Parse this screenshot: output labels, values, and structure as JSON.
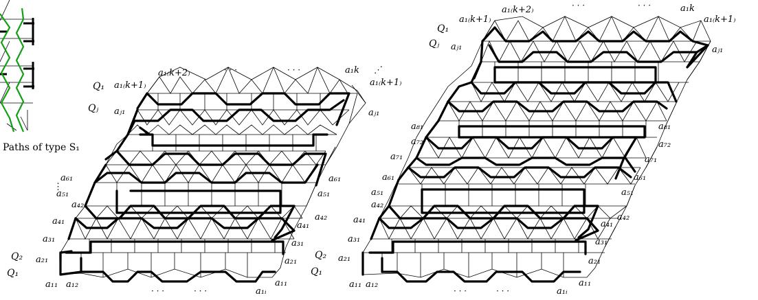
{
  "figure": {
    "caption": "Paths of type S₁",
    "left_tiling": {
      "labels": {
        "q1_top": "Q₁",
        "qj": "Qⱼ",
        "a1k1_top_left": "a₁₍k+1₎",
        "a1k2": "a₁₍k+2₎",
        "dots_top_a": "· · ·",
        "dots_top_b": "· · ·",
        "a1k": "a₁k",
        "a1k1_top_right": "a₁₍k+1₎",
        "aj1_left": "aⱼ₁",
        "aj1_right": "aⱼ₁",
        "a61_left": "a₆₁",
        "a51_left": "a₅₁",
        "a42_left": "a₄₂",
        "a41_left": "a₄₁",
        "a31_left": "a₃₁",
        "a21_left": "a₂₁",
        "q2": "Q₂",
        "q1_bottom": "Q₁",
        "a11_left": "a₁₁",
        "a12": "a₁₂",
        "dots_bottom_a": "· · ·",
        "dots_bottom_b": "· · ·",
        "a1i": "a₁ᵢ",
        "a11_right": "a₁₁",
        "a61_right": "a₆₁",
        "a51_right": "a₅₁",
        "a42_right": "a₄₂",
        "a41_right": "a₄₁",
        "a31_right": "a₃₁",
        "a21_right": "a₂₁"
      }
    },
    "right_tiling": {
      "labels": {
        "q1_top": "Q₁",
        "qj": "Qⱼ",
        "a1k1_top_left": "a₁₍k+1₎",
        "a1k2": "a₁₍k+2₎",
        "dots_top_a": "· · ·",
        "dots_top_b": "· · ·",
        "a1k": "a₁k",
        "a1k1_top_right": "a₁₍k+1₎",
        "aj1_left": "aⱼ₁",
        "aj1_right": "aⱼ₁",
        "a81_left": "a₈₁",
        "a72_left": "a₇₂",
        "a71_left": "a₇₁",
        "a61_left": "a₆₁",
        "a51_left": "a₅₁",
        "a42_left": "a₄₂",
        "a41_left": "a₄₁",
        "a31_left": "a₃₁",
        "a21_left": "a₂₁",
        "q2": "Q₂",
        "q1_bottom": "Q₁",
        "a11_left": "a₁₁",
        "a12": "a₁₂",
        "dots_bottom_a": "· · ·",
        "dots_bottom_b": "· · ·",
        "a1i": "a₁ᵢ",
        "a11_right": "a₁₁",
        "a81_right": "a₈₁",
        "a72_right": "a₇₂",
        "a71_right": "a₇₁",
        "a61_right": "a₆₁",
        "a51_right": "a₅₁",
        "a42_right": "a₄₂",
        "a41_right": "a₄₁",
        "a31_right": "a₃₁",
        "a21_right": "a₂₁"
      }
    }
  }
}
